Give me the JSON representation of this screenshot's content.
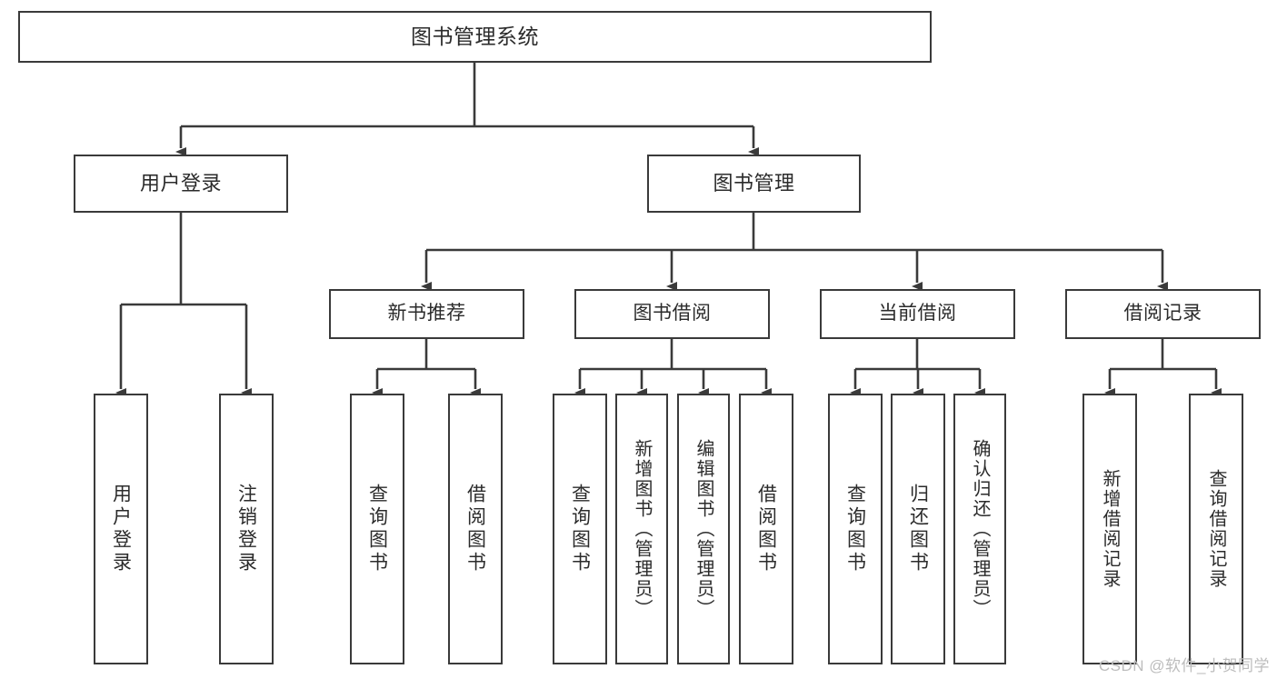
{
  "diagram": {
    "title": "图书管理系统",
    "watermark": "CSDN @软件_小贺同学",
    "style": {
      "box_border_color": "#3a3a3a",
      "connector_color": "#3a3a3a",
      "background": "#ffffff",
      "text_color": "#2b2b2b",
      "watermark_color": "#bdbdbd"
    },
    "root": {
      "label": "图书管理系统"
    },
    "level1": [
      {
        "label": "用户登录"
      },
      {
        "label": "图书管理"
      }
    ],
    "level2": [
      {
        "label": "新书推荐"
      },
      {
        "label": "图书借阅"
      },
      {
        "label": "当前借阅"
      },
      {
        "label": "借阅记录"
      }
    ],
    "leaves": {
      "user_login": [
        {
          "label": "用户登录"
        },
        {
          "label": "注销登录"
        }
      ],
      "new_book_recommend": [
        {
          "label": "查询图书"
        },
        {
          "label": "借阅图书"
        }
      ],
      "book_borrow": [
        {
          "label": "查询图书"
        },
        {
          "label": "新增图书（管理员）"
        },
        {
          "label": "编辑图书（管理员）"
        },
        {
          "label": "借阅图书"
        }
      ],
      "current_borrow": [
        {
          "label": "查询图书"
        },
        {
          "label": "归还图书"
        },
        {
          "label": "确认归还（管理员）"
        }
      ],
      "borrow_record": [
        {
          "label": "新增借阅记录"
        },
        {
          "label": "查询借阅记录"
        }
      ]
    }
  }
}
